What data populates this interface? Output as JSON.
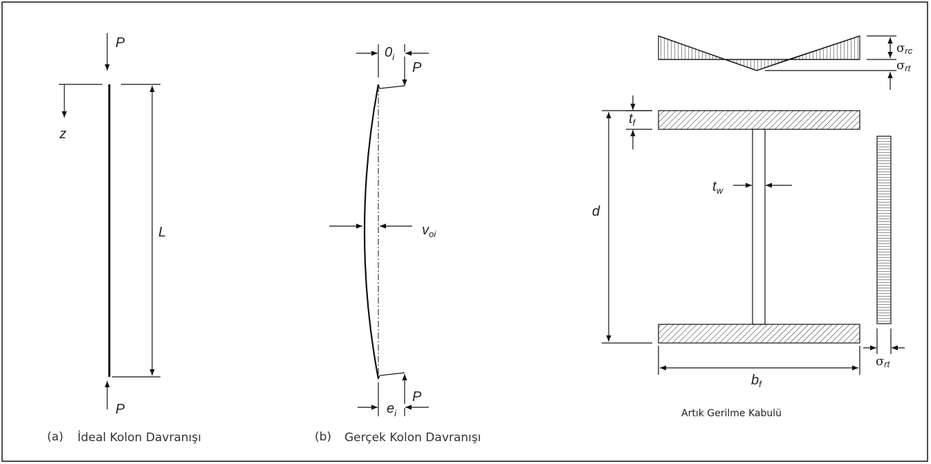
{
  "ideal": {
    "load_top": "P",
    "load_bottom": "P",
    "axis": "z",
    "length": "L",
    "caption_letter": "(a)",
    "caption": "İdeal Kolon Davranışı"
  },
  "real": {
    "offset_top": "0",
    "offset_top_sub": "i",
    "load_top": "P",
    "imperfection": "v",
    "imperfection_sub": "oi",
    "offset_bottom": "e",
    "offset_bottom_sub": "i",
    "load_bottom": "P",
    "caption_letter": "(b)",
    "caption": "Gerçek Kolon Davranışı"
  },
  "residual": {
    "sigma_rc": "σ",
    "sigma_rc_sub": "rc",
    "sigma_rt": "σ",
    "sigma_rt_sub": "rt",
    "sigma_rt_web": "σ",
    "sigma_rt_web_sub": "rt",
    "flange_thickness": "t",
    "flange_thickness_sub": "f",
    "web_thickness": "t",
    "web_thickness_sub": "w",
    "depth": "d",
    "flange_width": "b",
    "flange_width_sub": "f",
    "caption": "Artık Gerilme Kabulü"
  }
}
